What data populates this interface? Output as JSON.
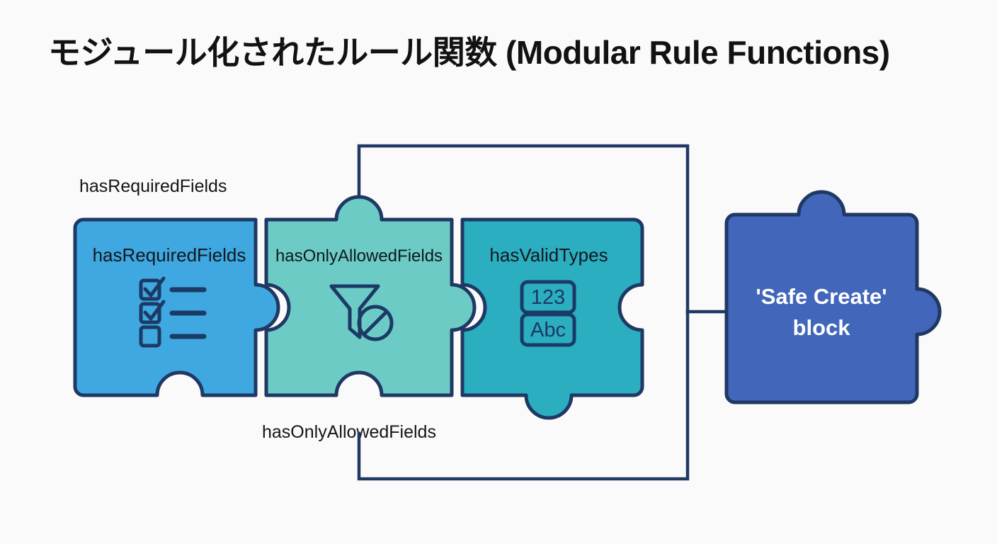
{
  "title": "モジュール化されたルール関数 (Modular Rule Functions)",
  "external_labels": {
    "top": "hasRequiredFields",
    "bottom": "hasOnlyAllowedFields"
  },
  "colors": {
    "background": "#FAFAFA",
    "outline": "#1F3864",
    "piece_1": "#3FA8E0",
    "piece_2": "#6CCBC4",
    "piece_3": "#2BAEC0",
    "piece_4": "#4166BA",
    "icon": "#1B3A66",
    "title_text": "#121212",
    "safe_text": "#FFFFFF"
  },
  "pieces": [
    {
      "id": "has-required-fields",
      "label": "hasRequiredFields",
      "color": "#3FA8E0",
      "icon": "checklist-icon",
      "icon_items": [
        "checked",
        "checked",
        "unchecked"
      ]
    },
    {
      "id": "has-only-allowed-fields",
      "label": "hasOnlyAllowedFields",
      "color": "#6CCBC4",
      "icon": "filter-blocked-icon"
    },
    {
      "id": "has-valid-types",
      "label": "hasValidTypes",
      "color": "#2BAEC0",
      "icon": "type-tokens-icon",
      "icon_tokens": [
        "123",
        "Abc"
      ]
    }
  ],
  "safe_block": {
    "id": "safe-create-block",
    "line1": "'Safe Create'",
    "line2": "block",
    "color": "#4166BA"
  }
}
